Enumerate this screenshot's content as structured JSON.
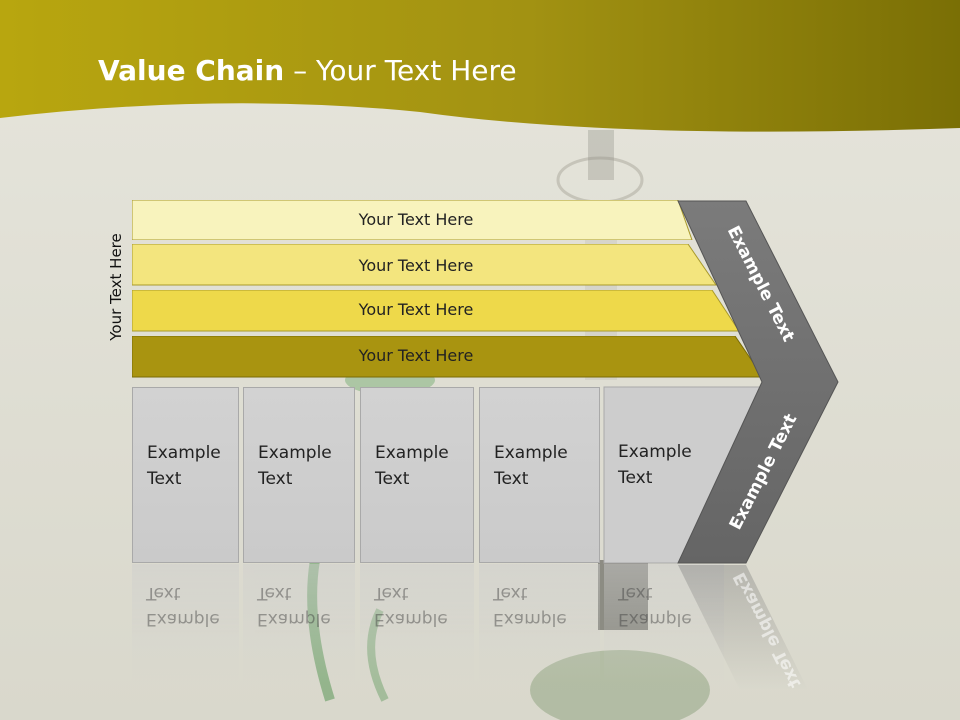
{
  "slide": {
    "title_bold": "Value Chain",
    "title_rest": " – Your Text Here",
    "side_label": "Your Text Here",
    "bars": [
      {
        "label": "Your Text Here",
        "color": "#f8f3bd"
      },
      {
        "label": "Your Text Here",
        "color": "#f3e57e"
      },
      {
        "label": "Your Text Here",
        "color": "#eed94a"
      },
      {
        "label": "Your Text Here",
        "color": "#a99410"
      }
    ],
    "boxes": [
      {
        "line1": "Example",
        "line2": "Text"
      },
      {
        "line1": "Example",
        "line2": "Text"
      },
      {
        "line1": "Example",
        "line2": "Text"
      },
      {
        "line1": "Example",
        "line2": "Text"
      },
      {
        "line1": "Example",
        "line2": "Text"
      }
    ],
    "chevron_top_label": "Example Text",
    "chevron_bottom_label": "Example Text",
    "colors": {
      "header_dark": "#7a6f05",
      "header_light": "#b2a110",
      "chevron": "#6f6f6f"
    }
  }
}
